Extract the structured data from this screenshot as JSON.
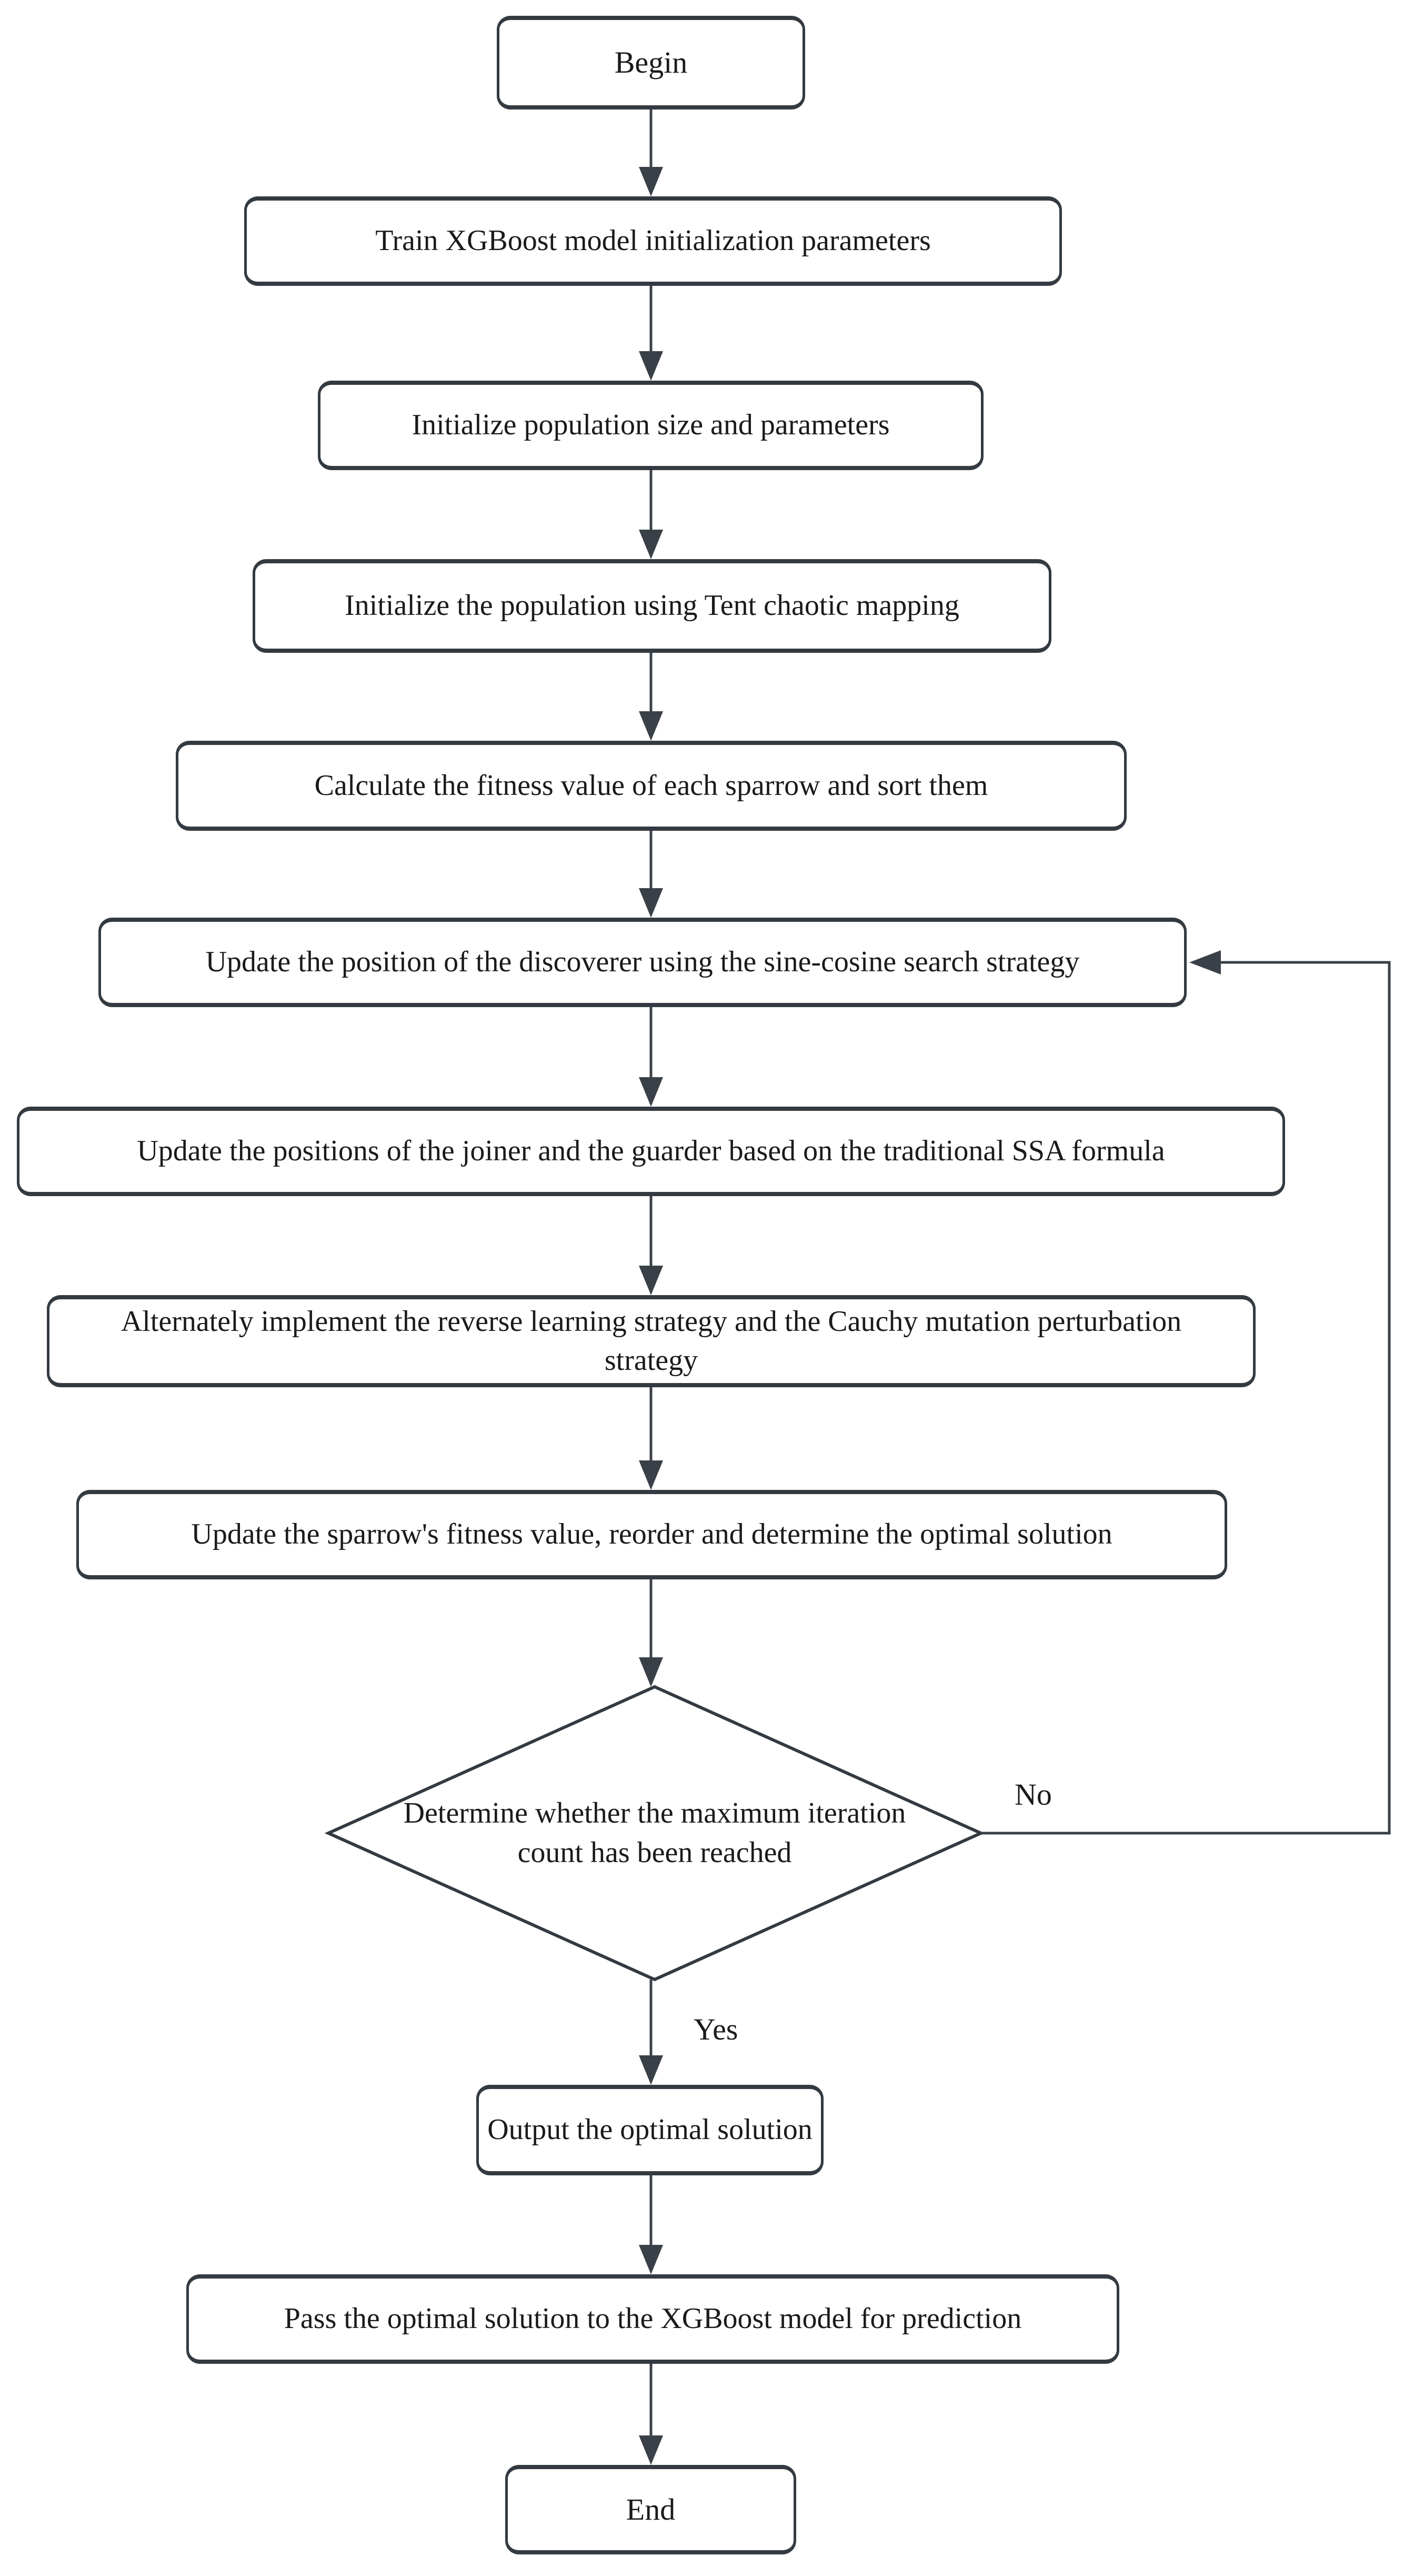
{
  "nodes": {
    "begin": "Begin",
    "train": "Train XGBoost model initialization parameters",
    "init_population": "Initialize population size and parameters",
    "tent_mapping": "Initialize the population using Tent chaotic mapping",
    "fitness": "Calculate the fitness value of each sparrow and sort them",
    "discoverer": "Update the position of the discoverer using the sine-cosine search strategy",
    "joiner_guarder": "Update the positions of the joiner and the guarder based on the traditional SSA formula",
    "strategies": "Alternately implement the reverse learning strategy and the Cauchy mutation perturbation strategy",
    "update_fitness": "Update the sparrow's fitness value, reorder and determine the optimal solution",
    "decision": "Determine whether the maximum iteration count has been reached",
    "output": "Output the optimal solution",
    "pass": "Pass the optimal solution to the XGBoost model for prediction",
    "end": "End"
  },
  "labels": {
    "no": "No",
    "yes": "Yes"
  },
  "colors": {
    "line": "#3a4047",
    "box_border": "#333a42",
    "text": "#1a1a1a",
    "background": "#ffffff"
  }
}
